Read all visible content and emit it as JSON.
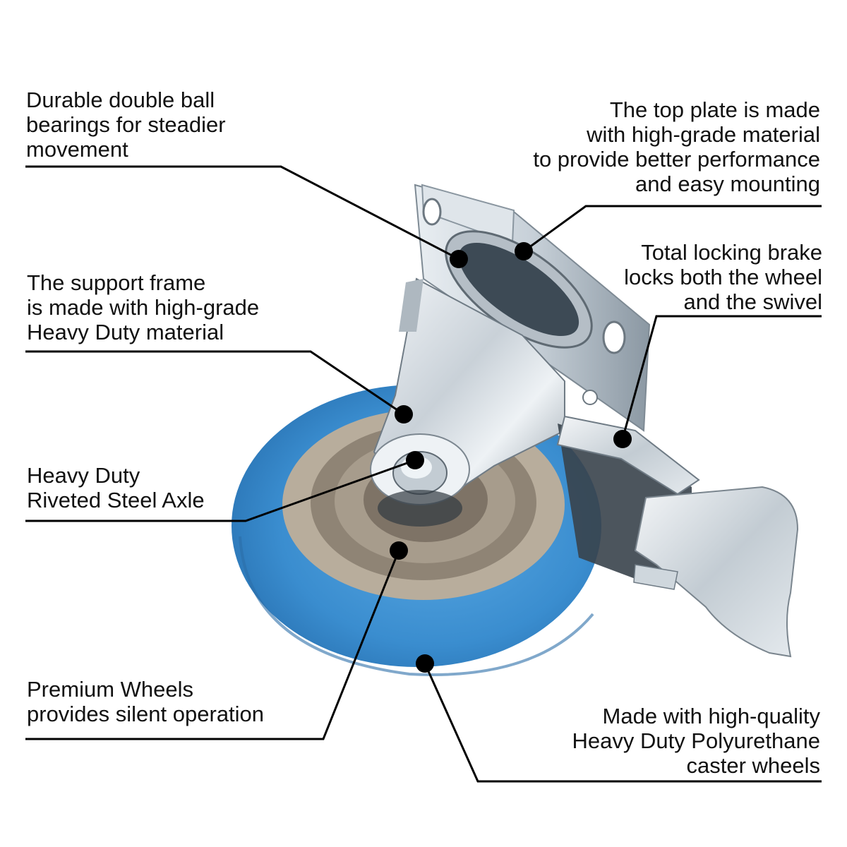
{
  "callouts": {
    "bearings": {
      "lines": [
        "Durable double ball",
        "bearings for steadier",
        "movement"
      ]
    },
    "top_plate": {
      "lines": [
        "The top plate is made",
        "with high-grade material",
        "to provide better performance",
        "and easy mounting"
      ]
    },
    "brake": {
      "lines": [
        "Total locking brake",
        "locks both the wheel",
        "and the swivel"
      ]
    },
    "frame": {
      "lines": [
        "The support frame",
        "is made with high-grade",
        "Heavy Duty material"
      ]
    },
    "axle": {
      "lines": [
        "Heavy Duty",
        "Riveted Steel Axle"
      ]
    },
    "wheels": {
      "lines": [
        "Premium Wheels",
        "provides silent operation"
      ]
    },
    "polyurethane": {
      "lines": [
        "Made with high-quality",
        "Heavy Duty Polyurethane",
        "caster wheels"
      ]
    }
  },
  "colors": {
    "wheel_tread": "#3b8fd0",
    "wheel_hub": "#b8ad9c",
    "steel": "#cfd6dc",
    "text": "#111111",
    "leader": "#000000"
  },
  "icons": [
    "caster-wheel-illustration"
  ]
}
